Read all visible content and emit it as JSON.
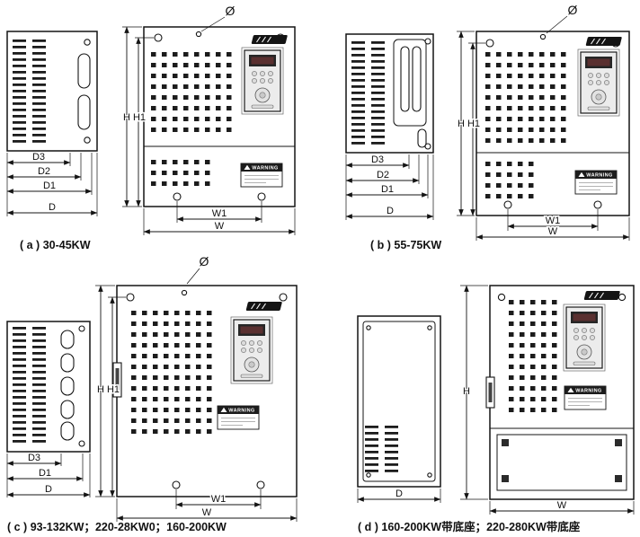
{
  "palette": {
    "ink": "#141414",
    "paper": "#ffffff"
  },
  "figure": {
    "dims": {
      "d": "D",
      "d1": "D1",
      "d2": "D2",
      "d3": "D3",
      "h": "H",
      "h1": "H1",
      "w": "W",
      "w1": "W1",
      "dia": "Ø"
    },
    "panels": {
      "a": {
        "caption": "( a ) 30-45KW"
      },
      "b": {
        "caption": "( b ) 55-75KW"
      },
      "c": {
        "caption": "( c ) 93-132KW；220-28KW0；160-200KW"
      },
      "d": {
        "caption": "( d ) 160-200KW带底座；220-280KW带底座"
      }
    },
    "stickers": {
      "warning": "WARNING"
    }
  }
}
